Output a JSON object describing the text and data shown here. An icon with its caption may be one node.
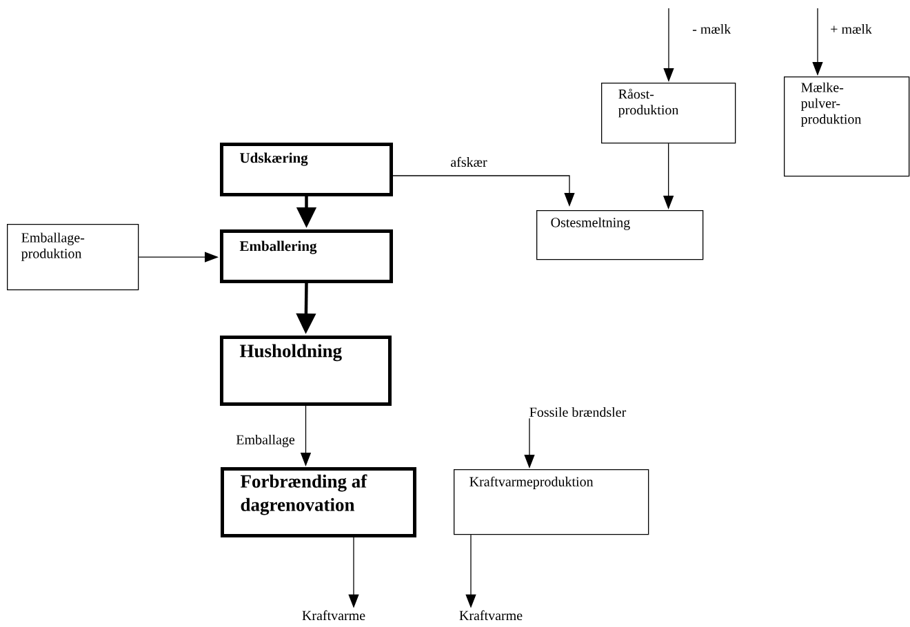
{
  "diagram": {
    "nodes": [
      {
        "text": [
          "Råost-produktion"
        ]
      },
      {
        "text": [
          "Mælke-pulver-produktion"
        ]
      },
      {
        "text": [
          "Udskæring"
        ]
      },
      {
        "text": [
          "Ostesmeltning"
        ]
      },
      {
        "text": [
          "Emballage-produktion"
        ]
      },
      {
        "text": [
          "Emballering"
        ]
      },
      {
        "text": [
          "Husholdning"
        ]
      },
      {
        "text": [
          "Forbrænding af dagrenovation"
        ]
      },
      {
        "text": [
          "Kraftvarmeproduktion"
        ]
      },
      {
        "text": [
          "Fossile brændsler"
        ]
      },
      {
        "text": [
          "Kraftvarme"
        ]
      },
      {
        "text": [
          "Kraftvarme"
        ]
      }
    ],
    "edges": [
      {
        "from": null,
        "to": 0,
        "arrow": "to",
        "label": "- mælk"
      },
      {
        "from": null,
        "to": 1,
        "arrow": "to",
        "label": "+ mælk"
      },
      {
        "from": 0,
        "to": 3,
        "arrow": "to"
      },
      {
        "from": 2,
        "to": 3,
        "arrow": "to",
        "label": "afskær"
      },
      {
        "from": 2,
        "to": 5,
        "arrow": "to",
        "style": "thick"
      },
      {
        "from": 4,
        "to": 5,
        "arrow": "to"
      },
      {
        "from": 5,
        "to": 6,
        "arrow": "to",
        "style": "thick"
      },
      {
        "from": 6,
        "to": 7,
        "arrow": "to",
        "label": "Emballage"
      },
      {
        "from": 9,
        "to": 8,
        "arrow": "to"
      },
      {
        "from": 7,
        "to": 10,
        "arrow": "to"
      },
      {
        "from": 8,
        "to": 11,
        "arrow": "to"
      }
    ]
  }
}
